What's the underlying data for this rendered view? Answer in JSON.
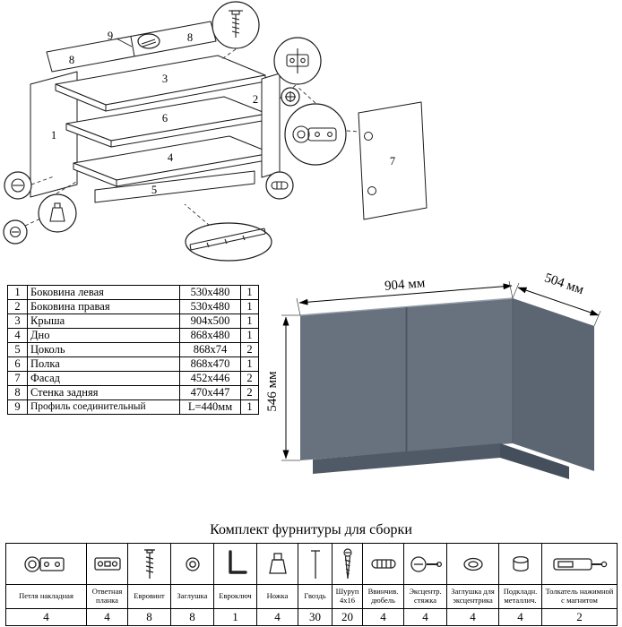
{
  "exploded": {
    "labels": {
      "n9": "9",
      "n8a": "8",
      "n8b": "8",
      "n3": "3",
      "n1": "1",
      "n6": "6",
      "n2": "2",
      "n4": "4",
      "n5": "5",
      "n7": "7"
    }
  },
  "parts_table": {
    "rows": [
      {
        "num": "1",
        "name": "Боковина левая",
        "size": "530x480",
        "qty": "1"
      },
      {
        "num": "2",
        "name": "Боковина правая",
        "size": "530x480",
        "qty": "1"
      },
      {
        "num": "3",
        "name": "Крыша",
        "size": "904x500",
        "qty": "1"
      },
      {
        "num": "4",
        "name": "Дно",
        "size": "868x480",
        "qty": "1"
      },
      {
        "num": "5",
        "name": "Цоколь",
        "size": "868x74",
        "qty": "2"
      },
      {
        "num": "6",
        "name": "Полка",
        "size": "868x470",
        "qty": "1"
      },
      {
        "num": "7",
        "name": "Фасад",
        "size": "452x446",
        "qty": "2"
      },
      {
        "num": "8",
        "name": "Стенка задняя",
        "size": "470x447",
        "qty": "2"
      },
      {
        "num": "9",
        "name": "Профиль соединительный",
        "size": "L=440мм",
        "qty": "1"
      }
    ]
  },
  "cabinet": {
    "width_label": "904 мм",
    "depth_label": "504 мм",
    "height_label": "546 мм",
    "colors": {
      "top": "#828c97",
      "front": "#68727f",
      "side": "#5c6673",
      "plinth": "#505a66"
    }
  },
  "hardware": {
    "title": "Комплект фурнитуры для сборки",
    "items": [
      {
        "label": "Петля накладная",
        "qty": "4"
      },
      {
        "label": "Ответная планка",
        "qty": "4"
      },
      {
        "label": "Евровинт",
        "qty": "8"
      },
      {
        "label": "Заглушка",
        "qty": "8"
      },
      {
        "label": "Евроключ",
        "qty": "1"
      },
      {
        "label": "Ножка",
        "qty": "4"
      },
      {
        "label": "Гвоздь",
        "qty": "30"
      },
      {
        "label": "Шуруп 4x16",
        "qty": "20"
      },
      {
        "label": "Ввинчив. дюбель",
        "qty": "4"
      },
      {
        "label": "Эксцентр. стяжка",
        "qty": "4"
      },
      {
        "label": "Заглушка для эксцентрика",
        "qty": "4"
      },
      {
        "label": "Подкладн. металлич.",
        "qty": "4"
      },
      {
        "label": "Толкатель нажимной с магнитом",
        "qty": "2"
      }
    ]
  }
}
